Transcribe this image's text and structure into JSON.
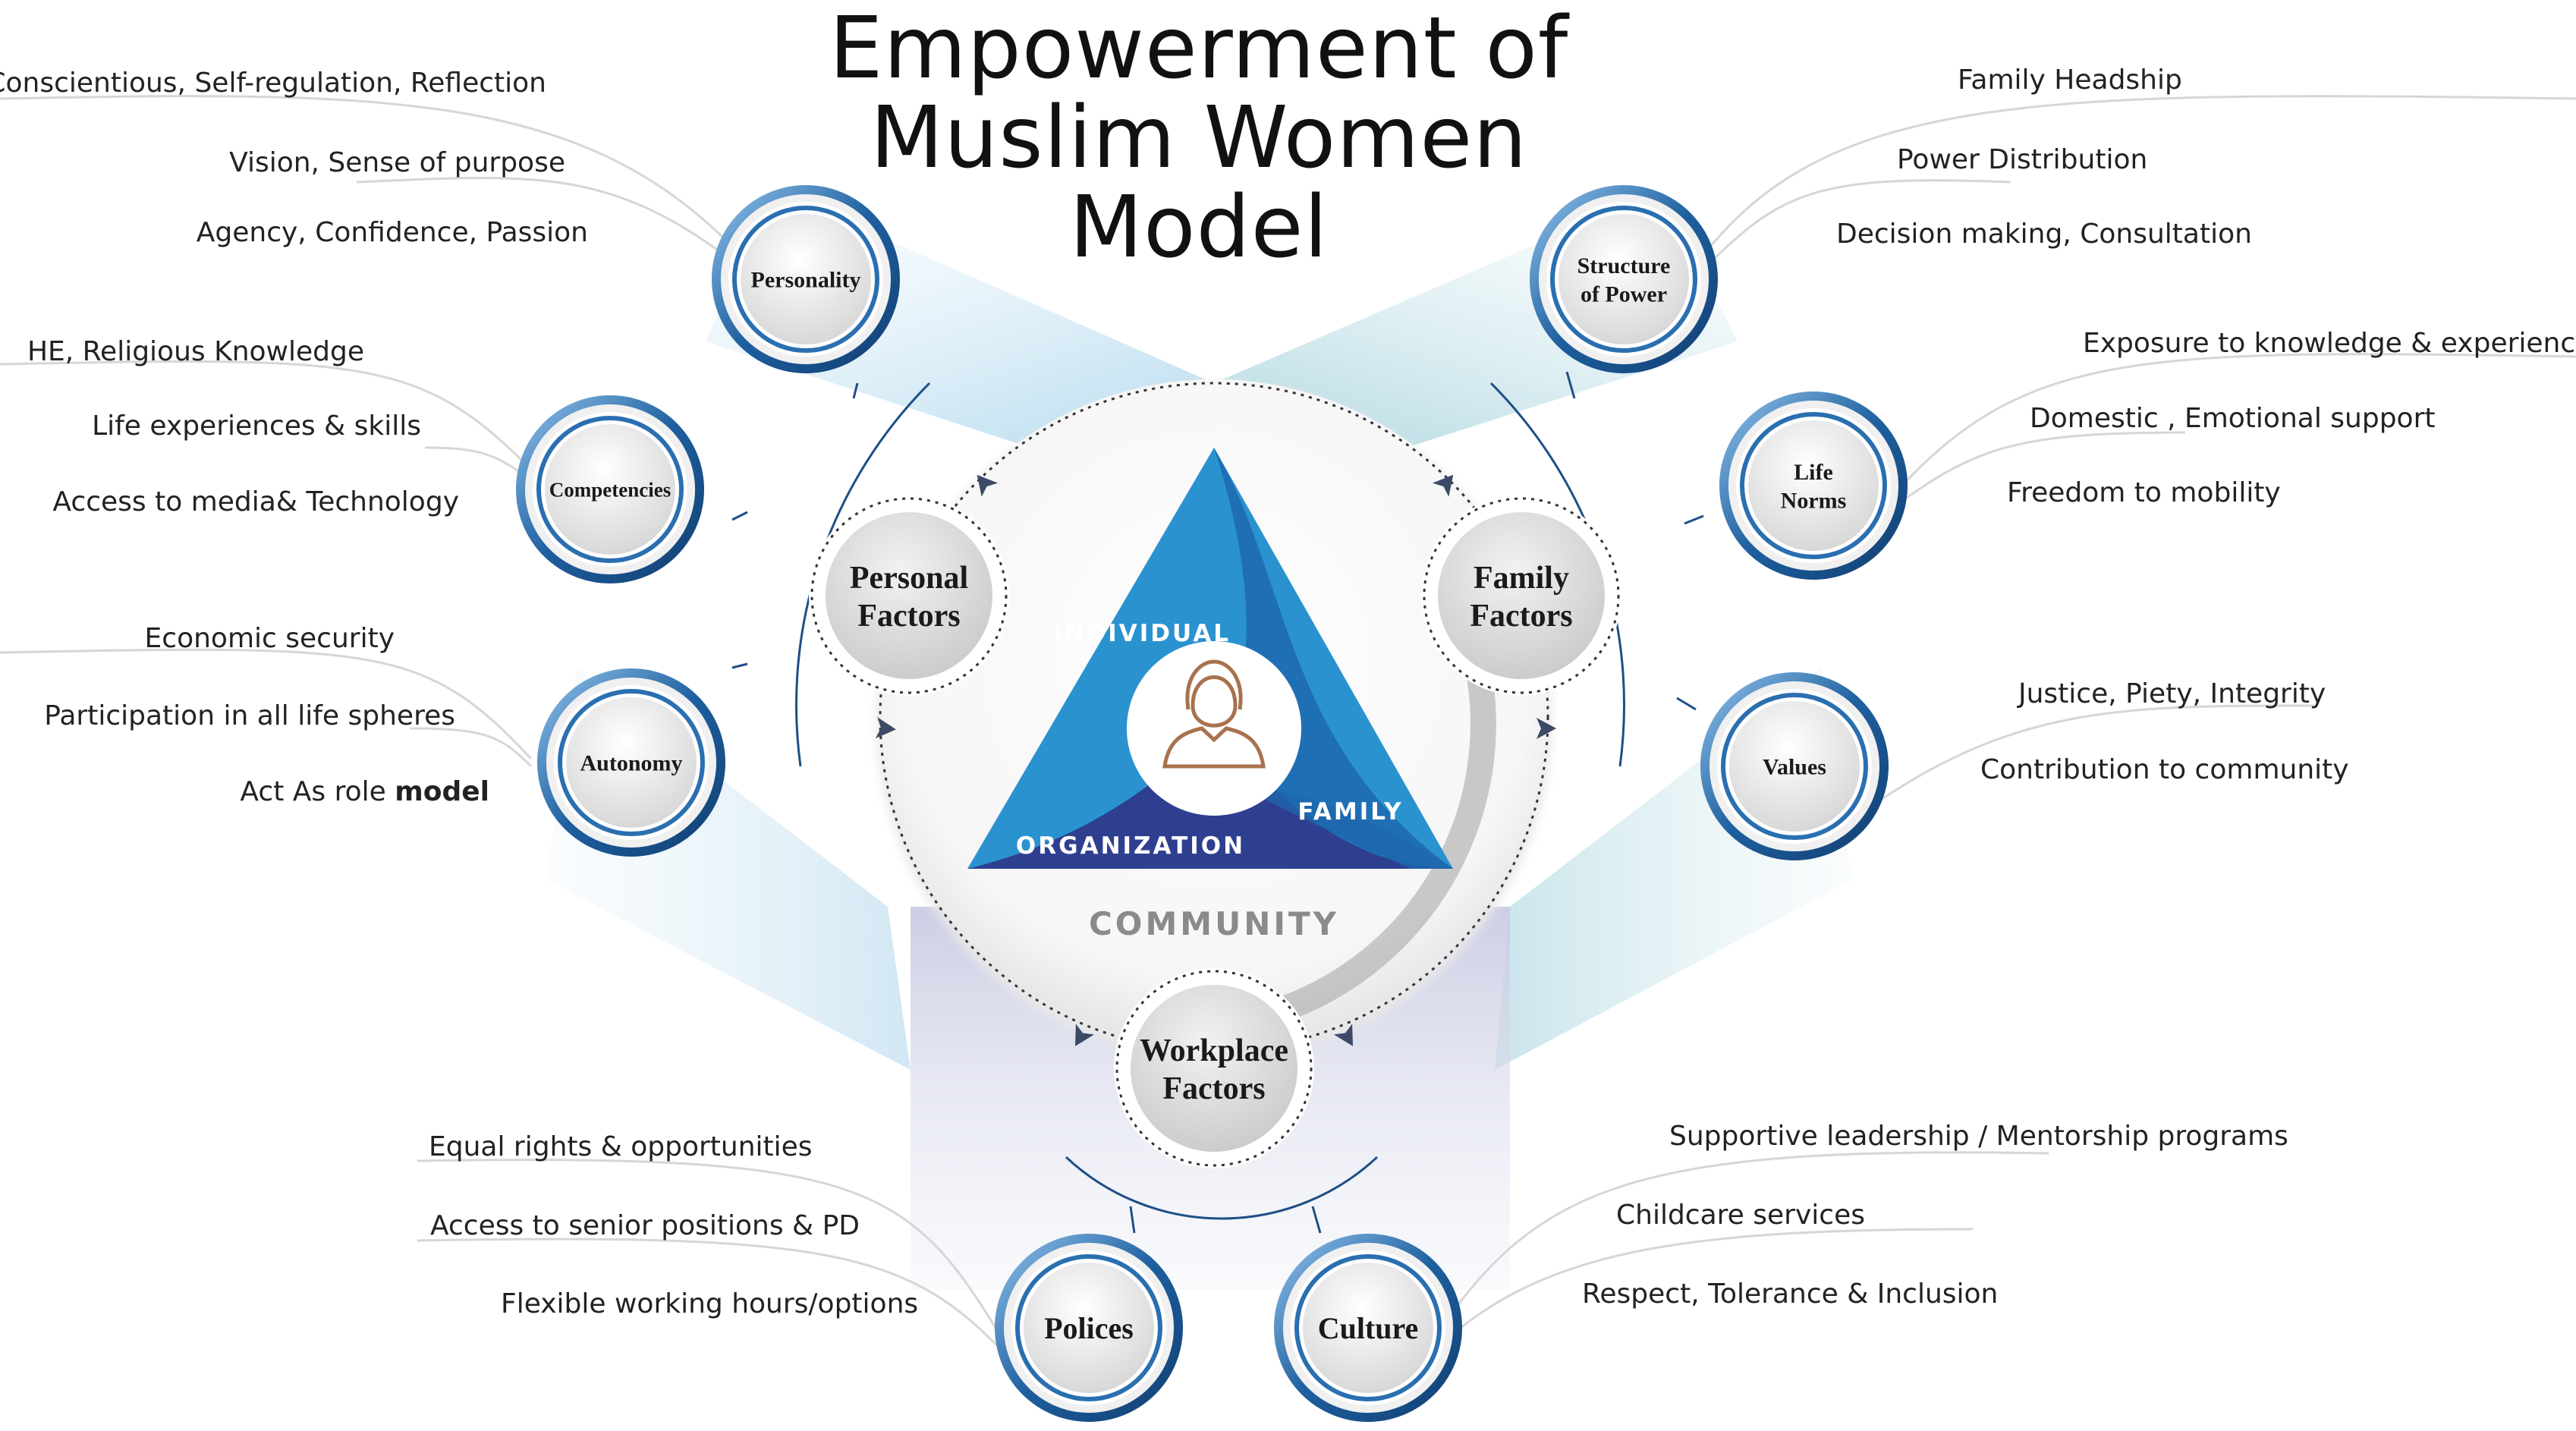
{
  "title": {
    "lines": [
      "Empowerment of",
      "Muslim  Women",
      "Model"
    ]
  },
  "center": {
    "icon": "woman-icon",
    "triangle_labels": {
      "individual": "INDIVIDUAL",
      "family": "FAMILY",
      "organization": "ORGANIZATION"
    },
    "community": "COMMUNITY"
  },
  "factors": {
    "personal": [
      "Personal",
      "Factors"
    ],
    "family": [
      "Family",
      "Factors"
    ],
    "workplace": [
      "Workplace",
      "Factors"
    ]
  },
  "nodes": {
    "personality": [
      "Personality"
    ],
    "competencies": [
      "Competencies"
    ],
    "autonomy": [
      "Autonomy"
    ],
    "structure_of_power": [
      "Structure",
      "of Power"
    ],
    "life_norms": [
      "Life",
      "Norms"
    ],
    "values": [
      "Values"
    ],
    "polices": [
      "Polices"
    ],
    "culture": [
      "Culture"
    ]
  },
  "items": {
    "personality": [
      "Conscientious, Self-regulation, Reflection",
      "Vision, Sense of purpose",
      "Agency, Confidence, Passion"
    ],
    "competencies": [
      "HE, Religious Knowledge",
      "Life experiences & skills",
      "Access to media& Technology"
    ],
    "autonomy": [
      "Economic security",
      "Participation in all life spheres",
      "Act As role "
    ],
    "autonomy_bold_word": "model",
    "structure_of_power": [
      "Family Headship",
      "Power Distribution",
      "Decision making, Consultation"
    ],
    "life_norms": [
      "Exposure to knowledge & experiences",
      "Domestic , Emotional support",
      "Freedom to mobility"
    ],
    "values": [
      "Justice, Piety, Integrity",
      "Contribution to community"
    ],
    "polices": [
      "Equal rights & opportunities",
      "Access to senior positions & PD",
      "Flexible working hours/options"
    ],
    "culture": [
      "Supportive leadership / Mentorship programs",
      "Childcare services",
      "Respect, Tolerance & Inclusion"
    ]
  },
  "colors": {
    "ring_blue": "#1f5e9e",
    "triangle_light": "#2a93cf",
    "triangle_mid": "#1f6fb5",
    "triangle_dark": "#2f3f8f",
    "icon_brown": "#a8724e",
    "community_gray": "#8a8a8a"
  }
}
